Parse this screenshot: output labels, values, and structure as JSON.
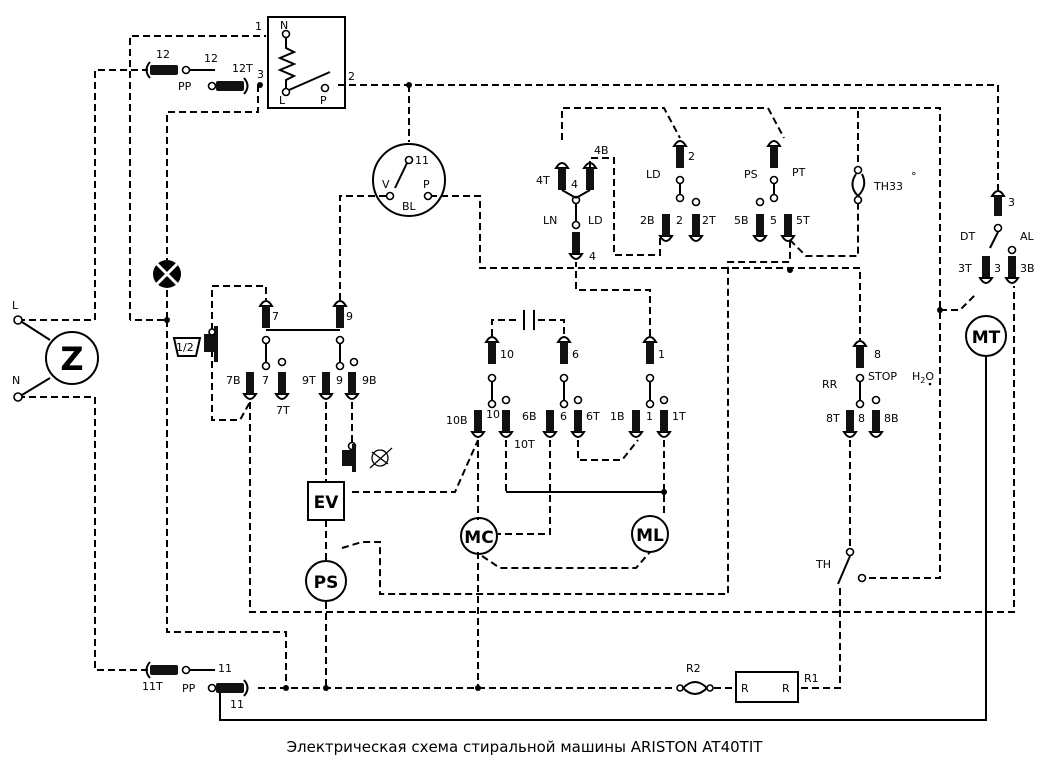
{
  "caption": "Электрическая схема стиральной машины ARISTON  AT40TIT",
  "mains": {
    "line": "L",
    "neutral": "N",
    "filter": "Z"
  },
  "door_lock": {
    "pins": [
      "1",
      "2",
      "3"
    ],
    "contacts": [
      "N",
      "L",
      "P"
    ]
  },
  "timer_switch": {
    "pin": "11",
    "contacts": [
      "V",
      "BL",
      "P"
    ]
  },
  "connectors": {
    "pp_top": [
      "12",
      "PP",
      "12",
      "12T"
    ],
    "pp_bottom": [
      "11",
      "11T",
      "PP",
      "11"
    ]
  },
  "cams": {
    "c7": [
      "7",
      "7B",
      "7",
      "7T"
    ],
    "c9": [
      "9",
      "9T",
      "9",
      "9B"
    ],
    "c10": [
      "10",
      "10B",
      "10",
      "10T"
    ],
    "c6": [
      "6",
      "6B",
      "6",
      "6T"
    ],
    "c1": [
      "1",
      "1B",
      "1",
      "1T"
    ],
    "c8": [
      "8",
      "RR",
      "STOP",
      "8T",
      "8",
      "8B"
    ],
    "c4": [
      "4T",
      "4",
      "4B",
      "LN",
      "LD",
      "4"
    ],
    "c2": [
      "2",
      "LD",
      "2B",
      "2",
      "2T"
    ],
    "c5": [
      "PS",
      "PT",
      "5B",
      "5",
      "5T"
    ],
    "c3": [
      "3",
      "DT",
      "AL",
      "3T",
      "3",
      "3B"
    ]
  },
  "components": {
    "half_load": "1/2",
    "ev": "EV",
    "ps": "PS",
    "mc": "MC",
    "ml": "ML",
    "mt": "MT",
    "th": "TH",
    "th33": "TH33",
    "th33_mark": "°",
    "h2o": "H",
    "h2o_sub": "2",
    "h2o_end": "O",
    "r2": "R2",
    "r1": "R1",
    "r_left": "R",
    "r_right": "R"
  },
  "colors": {
    "ink": "#000000",
    "paper": "#ffffff"
  }
}
